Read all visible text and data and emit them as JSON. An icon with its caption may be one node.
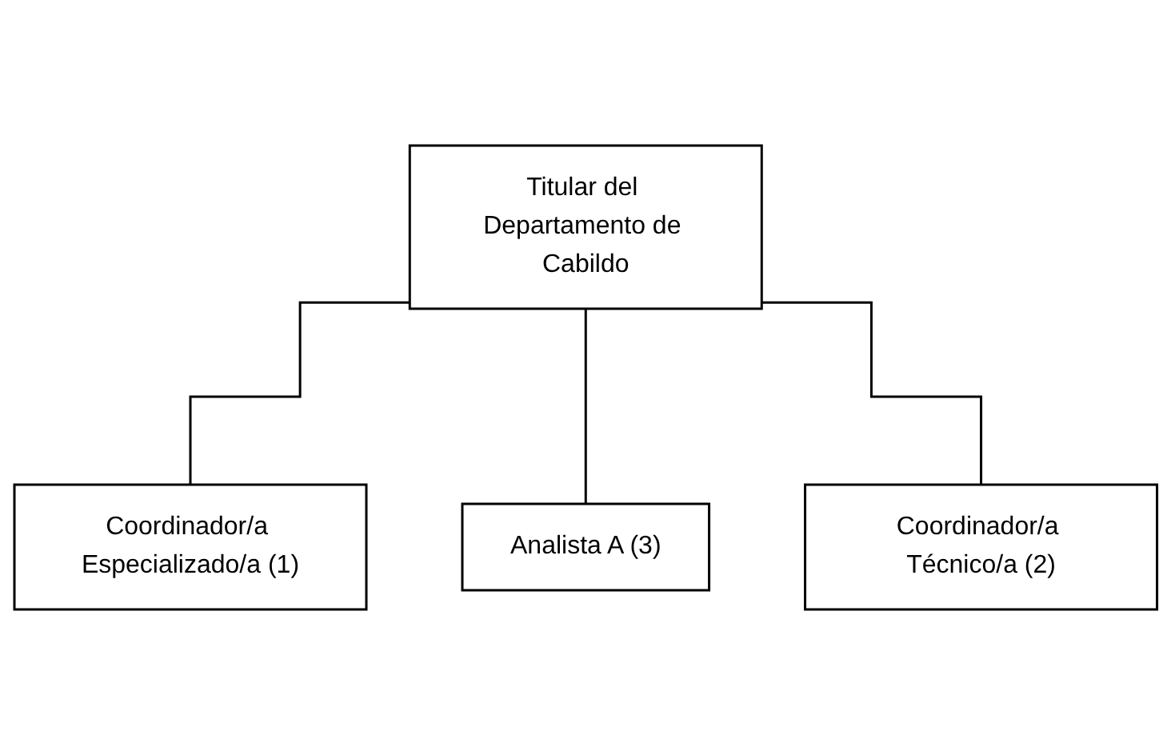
{
  "diagram": {
    "nodes": [
      {
        "text": [
          "Titular del Departamento de Cabildo"
        ]
      },
      {
        "text": [
          "Coordinador/a Especializado/a (1)"
        ]
      },
      {
        "text": [
          "Analista A (3)"
        ]
      },
      {
        "text": [
          "Coordinador/a Técnico/a (2)"
        ]
      }
    ],
    "edges": [
      {
        "from": 0,
        "to": 1,
        "arrow": "none"
      },
      {
        "from": 0,
        "to": 2,
        "arrow": "none"
      },
      {
        "from": 0,
        "to": 3,
        "arrow": "none"
      }
    ]
  }
}
